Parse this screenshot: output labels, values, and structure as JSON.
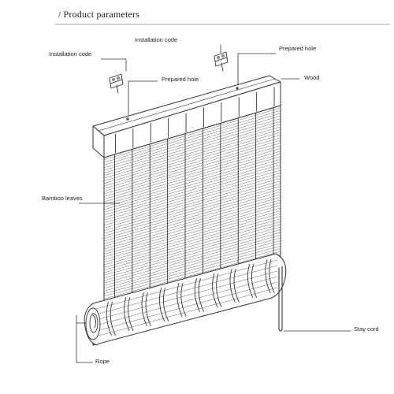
{
  "header": {
    "slash": "/",
    "title": "Product parameters"
  },
  "labels": {
    "installation_code_left": "Installation code",
    "installation_code_right": "Installation code",
    "prepared_hole_left": "Prepared hole",
    "prepared_hole_right": "Prepared hole",
    "wood": "Wood",
    "bamboo_leaves": "Bamboo leaves",
    "stay_cord": "Stay cord",
    "rope": "Rope"
  },
  "colors": {
    "line": "#333333",
    "background": "#ffffff",
    "text": "#222222"
  }
}
